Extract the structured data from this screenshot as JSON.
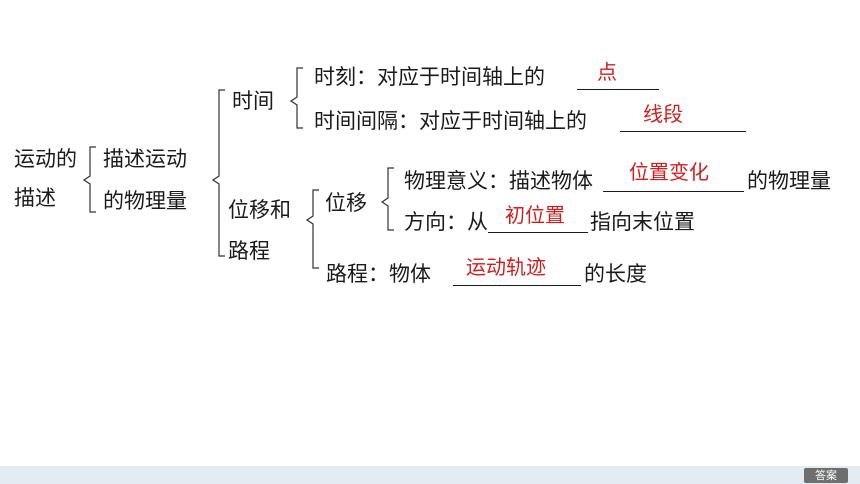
{
  "root": {
    "line1": "运动的",
    "line2": "描述"
  },
  "quantities": {
    "line1": "描述运动",
    "line2": "的物理量"
  },
  "time": {
    "label": "时间",
    "moment": {
      "text": "时刻：对应于时间轴上的",
      "answer": "点"
    },
    "interval": {
      "text": "时间间隔：对应于时间轴上的",
      "answer": "线段"
    }
  },
  "displacement_path": {
    "label_line1": "位移和",
    "label_line2": "路程",
    "displacement": {
      "label": "位移",
      "meaning": {
        "text": "物理意义：描述物体",
        "answer": "位置变化",
        "suffix": "的物理量"
      },
      "direction": {
        "text": "方向：从",
        "answer": "初位置",
        "suffix": "指向末位置"
      }
    },
    "path": {
      "text": "路程：物体",
      "answer": "运动轨迹",
      "suffix": "的长度"
    }
  },
  "footer": {
    "answer_button": "答案"
  },
  "colors": {
    "answer_red": "#cc1f1f",
    "footer_bar": "#e3ecf2",
    "button_gray": "#6e6e6e"
  }
}
